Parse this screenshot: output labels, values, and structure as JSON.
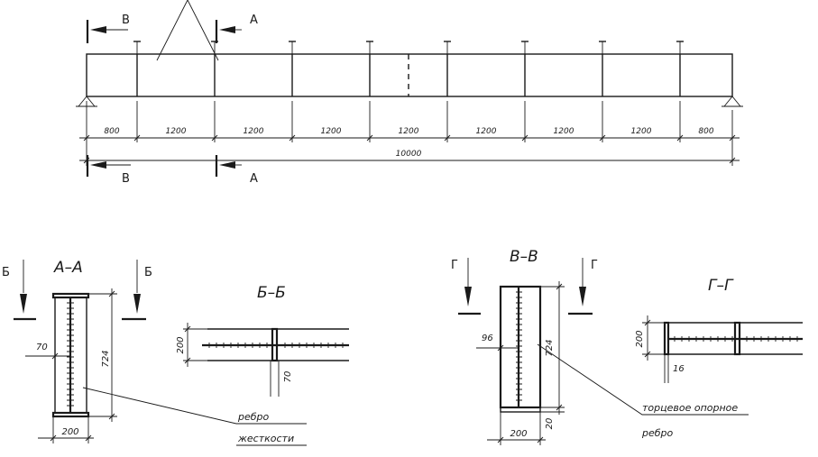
{
  "beam": {
    "spans": [
      "800",
      "1200",
      "1200",
      "1200",
      "1200",
      "1200",
      "1200",
      "1200",
      "800"
    ],
    "total": "10000",
    "cut_top_left": "В",
    "cut_top_right": "А",
    "cut_bottom_left": "В",
    "cut_bottom_right": "А"
  },
  "section_aa": {
    "title": "А–А",
    "cut_left": "Б",
    "cut_right": "Б",
    "dim_height": "724",
    "dim_width": "200",
    "dim_left": "70",
    "leader_line1": "ребро",
    "leader_line2": "жесткости"
  },
  "section_bb": {
    "title": "Б–Б",
    "dim_height": "200",
    "dim_offset": "70"
  },
  "section_vv": {
    "title": "В–В",
    "cut_left": "Г",
    "cut_right": "Г",
    "dim_height": "724",
    "dim_width": "200",
    "dim_left": "96",
    "dim_bottom": "20",
    "leader_line1": "торцевое опорное",
    "leader_line2": "ребро"
  },
  "section_gg": {
    "title": "Г–Г",
    "dim_height": "200",
    "dim_offset": "16"
  }
}
